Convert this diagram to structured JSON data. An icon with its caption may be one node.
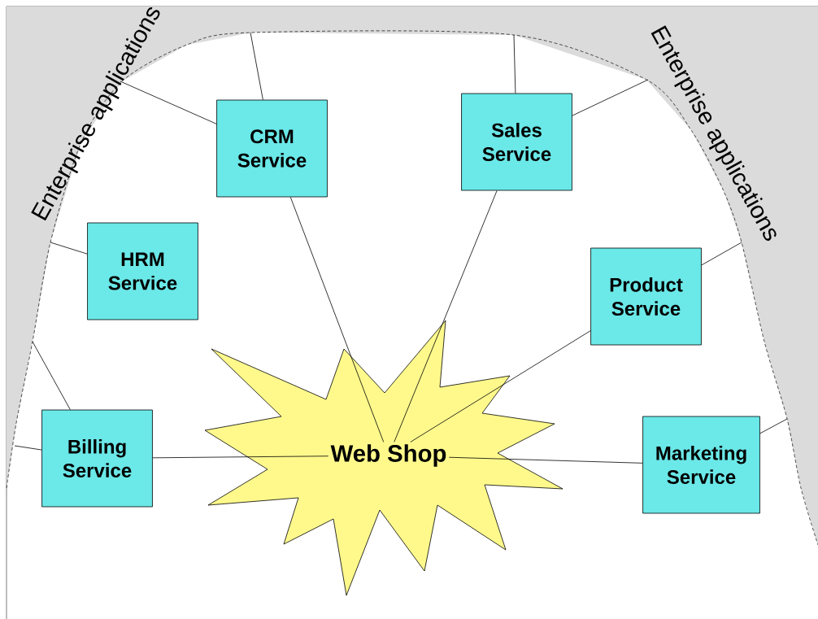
{
  "diagram": {
    "nodes": [
      {
        "text": [
          "Enterprise applications",
          "Enterprise applications"
        ]
      },
      {
        "text": [
          "CRM Service"
        ]
      },
      {
        "text": [
          "Sales Service"
        ]
      },
      {
        "text": [
          "HRM Service"
        ]
      },
      {
        "text": [
          "Product Service"
        ]
      },
      {
        "text": [
          "Billing Service"
        ]
      },
      {
        "text": [
          "Web Shop"
        ]
      },
      {
        "text": [
          "Marketing Service"
        ]
      }
    ],
    "edges": [
      {
        "from": 1,
        "to": 0,
        "arrow": "none"
      },
      {
        "from": 1,
        "to": 0,
        "arrow": "none"
      },
      {
        "from": 2,
        "to": 0,
        "arrow": "none"
      },
      {
        "from": 2,
        "to": 0,
        "arrow": "none"
      },
      {
        "from": 3,
        "to": 0,
        "arrow": "none"
      },
      {
        "from": 4,
        "to": 0,
        "arrow": "none"
      },
      {
        "from": 5,
        "to": 0,
        "arrow": "none"
      },
      {
        "from": 5,
        "to": 0,
        "arrow": "none"
      },
      {
        "from": 7,
        "to": 0,
        "arrow": "none"
      },
      {
        "from": 1,
        "to": 6,
        "arrow": "none"
      },
      {
        "from": 2,
        "to": 6,
        "arrow": "none"
      },
      {
        "from": 4,
        "to": 6,
        "arrow": "none"
      },
      {
        "from": 5,
        "to": 6,
        "arrow": "none"
      },
      {
        "from": 7,
        "to": 6,
        "arrow": "none"
      }
    ]
  }
}
